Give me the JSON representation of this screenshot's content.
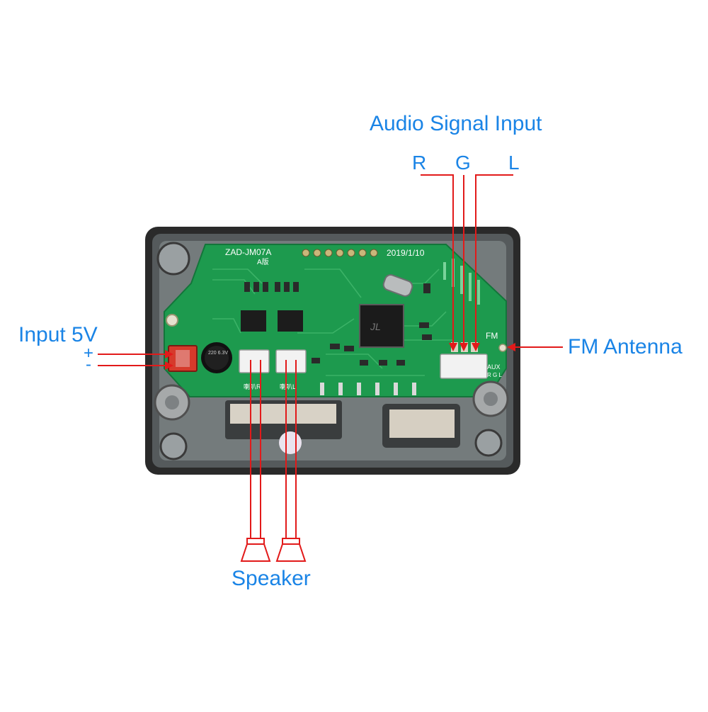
{
  "labels": {
    "audio_signal_input": "Audio Signal Input",
    "r": "R",
    "g": "G",
    "l": "L",
    "input_5v": "Input 5V",
    "plus": "+",
    "minus": "-",
    "fm_antenna": "FM Antenna",
    "speaker": "Speaker"
  },
  "board": {
    "model": "ZAD-JM07A",
    "revision": "A版",
    "date": "2019/1/10",
    "fm_mark": "FM",
    "aux_mark": "AUX",
    "aux_pins": "R G L",
    "spk_r": "喇叭R",
    "spk_l": "喇叭L",
    "cap_text": "220 6.3V",
    "chip_logo": "JL"
  },
  "colors": {
    "label_blue": "#1a84e6",
    "wire_red": "#e21a1a",
    "pcb_green": "#1d9a4e",
    "case_dark": "#2b2b2b"
  },
  "icons": {
    "speaker_left": "speaker-icon",
    "speaker_right": "speaker-icon"
  }
}
